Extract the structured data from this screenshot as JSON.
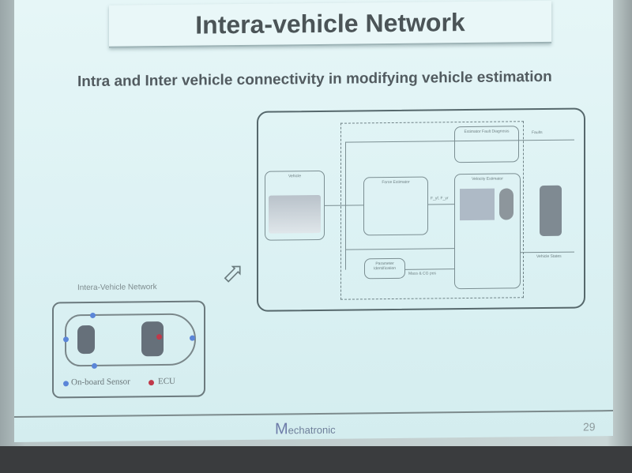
{
  "slide": {
    "title": "Intera-vehicle Network",
    "subtitle": "Intra and Inter vehicle connectivity in modifying vehicle estimation",
    "page_number": "29"
  },
  "diagram": {
    "vehicle_box": "Vehicle",
    "force_estimator": "Force Estimator",
    "parameter_identification": "Parameter Identification",
    "fault_diagnosis": "Estimator Fault Diagnosis",
    "state_estimator": "Velocity Estimator",
    "tire_forces_label": "F_yf, F_yr",
    "mass_label": "Mass & CG pos",
    "faults_label": "Faults",
    "states_label": "Vehicle States"
  },
  "car_panel": {
    "title": "Intera-Vehicle Network",
    "legend_sensor": "On-board Sensor",
    "legend_ecu": "ECU",
    "sensor_color": "#5b86d8",
    "ecu_color": "#c0394a"
  },
  "logo": {
    "text": "Mechatronic",
    "initial": "M",
    "rest": "echatronic"
  }
}
